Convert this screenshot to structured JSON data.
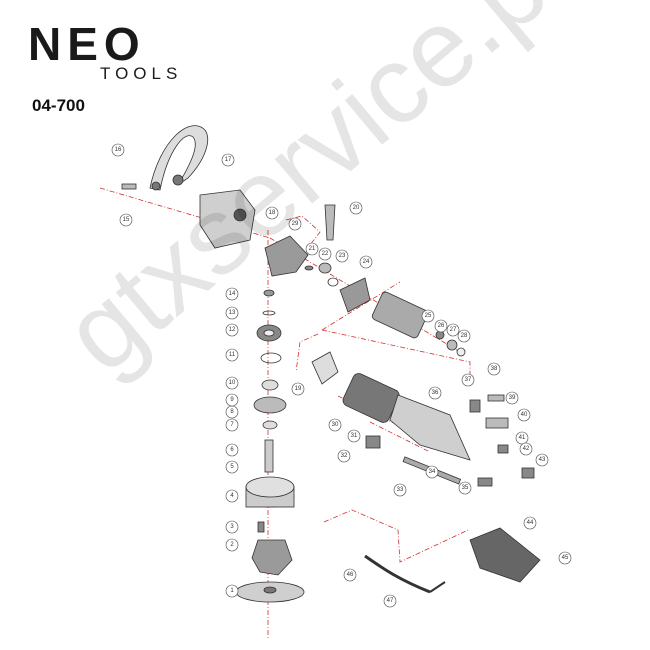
{
  "brand": {
    "name": "NEO",
    "subtitle": "TOOLS"
  },
  "model": "04-700",
  "watermark": "gtxservice.pl",
  "colors": {
    "leader": "#d32f2f",
    "ink": "#222222",
    "part_fill": "#e6e6e6",
    "part_dark": "#555555"
  },
  "parts": [
    {
      "id": "1",
      "label": "1"
    },
    {
      "id": "2",
      "label": "2"
    },
    {
      "id": "3",
      "label": "3"
    },
    {
      "id": "4",
      "label": "4"
    },
    {
      "id": "5",
      "label": "5"
    },
    {
      "id": "6",
      "label": "6"
    },
    {
      "id": "7",
      "label": "7"
    },
    {
      "id": "8",
      "label": "8"
    },
    {
      "id": "9",
      "label": "9"
    },
    {
      "id": "10",
      "label": "10"
    },
    {
      "id": "11",
      "label": "11"
    },
    {
      "id": "12",
      "label": "12"
    },
    {
      "id": "13",
      "label": "13"
    },
    {
      "id": "14",
      "label": "14"
    },
    {
      "id": "15",
      "label": "15"
    },
    {
      "id": "16",
      "label": "16"
    },
    {
      "id": "17",
      "label": "17"
    },
    {
      "id": "18",
      "label": "18"
    },
    {
      "id": "19",
      "label": "19"
    },
    {
      "id": "20",
      "label": "20"
    },
    {
      "id": "21",
      "label": "21"
    },
    {
      "id": "22",
      "label": "22"
    },
    {
      "id": "23",
      "label": "23"
    },
    {
      "id": "24",
      "label": "24"
    },
    {
      "id": "25",
      "label": "25"
    },
    {
      "id": "26",
      "label": "26"
    },
    {
      "id": "27",
      "label": "27"
    },
    {
      "id": "28",
      "label": "28"
    },
    {
      "id": "29",
      "label": "29"
    },
    {
      "id": "30",
      "label": "30"
    },
    {
      "id": "31",
      "label": "31"
    },
    {
      "id": "32",
      "label": "32"
    },
    {
      "id": "33",
      "label": "33"
    },
    {
      "id": "34",
      "label": "34"
    },
    {
      "id": "35",
      "label": "35"
    },
    {
      "id": "36",
      "label": "36"
    },
    {
      "id": "37",
      "label": "37"
    },
    {
      "id": "38",
      "label": "38"
    },
    {
      "id": "39",
      "label": "39"
    },
    {
      "id": "40",
      "label": "40"
    },
    {
      "id": "41",
      "label": "41"
    },
    {
      "id": "42",
      "label": "42"
    },
    {
      "id": "43",
      "label": "43"
    },
    {
      "id": "44",
      "label": "44"
    },
    {
      "id": "45",
      "label": "45"
    },
    {
      "id": "46",
      "label": "46"
    },
    {
      "id": "47",
      "label": "47"
    }
  ]
}
